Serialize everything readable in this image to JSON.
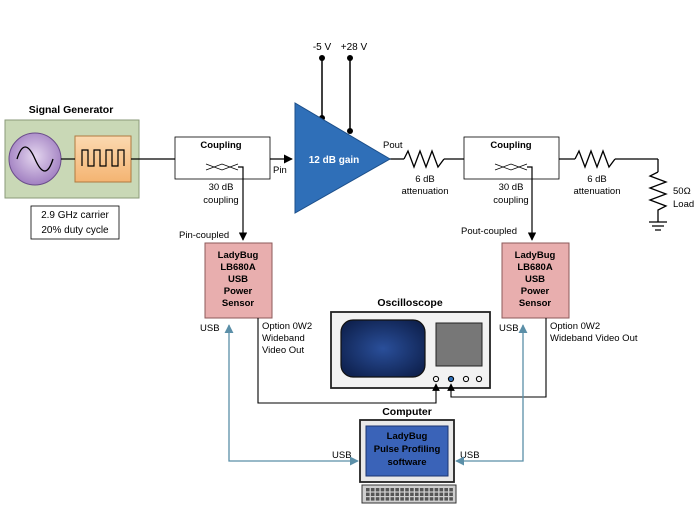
{
  "supply": {
    "neg": "-5 V",
    "pos": "+28 V"
  },
  "signal_generator": {
    "title": "Signal Generator",
    "carrier": "2.9 GHz carrier",
    "duty": "20% duty cycle"
  },
  "coupler1": {
    "title": "Coupling",
    "line1": "30 dB",
    "line2": "coupling"
  },
  "coupler2": {
    "title": "Coupling",
    "line1": "30 dB",
    "line2": "coupling"
  },
  "amplifier": {
    "label": "12 dB gain",
    "pin": "Pin",
    "pout": "Pout"
  },
  "attenuator1": {
    "line1": "6 dB",
    "line2": "attenuation"
  },
  "attenuator2": {
    "line1": "6 dB",
    "line2": "attenuation"
  },
  "load": {
    "line1": "50Ω",
    "line2": "Load"
  },
  "sensor_left": {
    "lines": [
      "LadyBug",
      "LB680A",
      "USB",
      "Power",
      "Sensor"
    ],
    "coupled_label": "Pin-coupled",
    "usb": "USB",
    "video": [
      "Option 0W2",
      "Wideband",
      "Video Out"
    ]
  },
  "sensor_right": {
    "lines": [
      "LadyBug",
      "LB680A",
      "USB",
      "Power",
      "Sensor"
    ],
    "coupled_label": "Pout-coupled",
    "usb": "USB",
    "video": [
      "Option 0W2",
      "Wideband Video Out"
    ]
  },
  "oscilloscope": {
    "title": "Oscilloscope"
  },
  "computer": {
    "title": "Computer",
    "screen": [
      "LadyBug",
      "Pulse Profiling",
      "software"
    ],
    "usb_left": "USB",
    "usb_right": "USB"
  },
  "colors": {
    "amplifier": "#2f6fb8",
    "sensor": "#e8aeae",
    "siggen_bg": "#c9d8b6",
    "usb_line": "#5b8fa8",
    "screen": "#3a63b8"
  }
}
